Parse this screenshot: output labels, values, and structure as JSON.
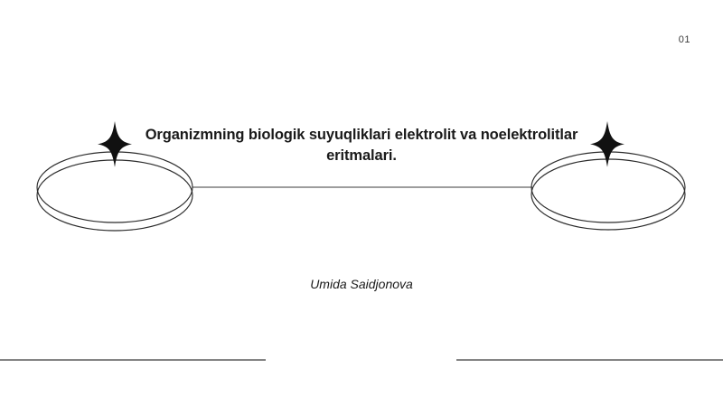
{
  "slide": {
    "page_number": "01",
    "title": "Organizmning biologik suyuqliklari elektrolit va noelektrolitlar eritmalari.",
    "author": "Umida Saidjonova",
    "background_color": "#ffffff",
    "text_color": "#1a1a1a",
    "line_color": "#3b3b3b",
    "decorations": {
      "left_shape": "ellipse-disc-outline",
      "right_shape": "ellipse-disc-outline",
      "left_sparkle": "four-point-star",
      "right_sparkle": "four-point-star",
      "connector": "horizontal-connector-line",
      "footer_rule_left": "footer-divider-left",
      "footer_rule_right": "footer-divider-right"
    }
  }
}
